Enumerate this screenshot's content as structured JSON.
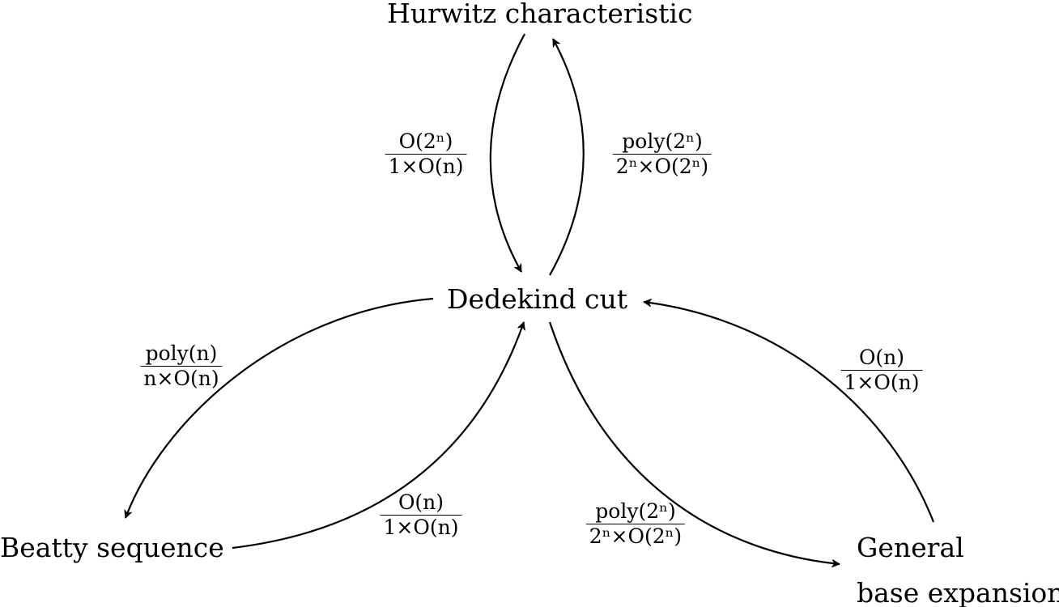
{
  "nodes": {
    "hurwitz": "Hurwitz characteristic",
    "dedekind": "Dedekind cut",
    "beatty": "Beatty sequence",
    "general_line1": "General",
    "general_line2": "base expansion"
  },
  "edge_labels": {
    "hurwitz_to_dedekind": {
      "num": "O(2ⁿ)",
      "den": "1×O(n)"
    },
    "dedekind_to_hurwitz": {
      "num": "poly(2ⁿ)",
      "den": "2ⁿ×O(2ⁿ)"
    },
    "dedekind_to_beatty": {
      "num": "poly(n)",
      "den": "n×O(n)"
    },
    "beatty_to_dedekind": {
      "num": "O(n)",
      "den": "1×O(n)"
    },
    "dedekind_to_general": {
      "num": "poly(2ⁿ)",
      "den": "2ⁿ×O(2ⁿ)"
    },
    "general_to_dedekind": {
      "num": "O(n)",
      "den": "1×O(n)"
    }
  }
}
